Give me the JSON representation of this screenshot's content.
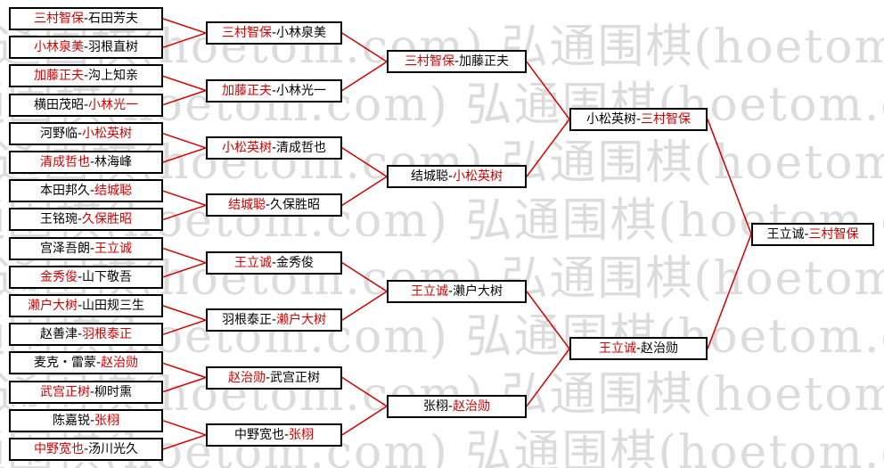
{
  "colors": {
    "winner": "#d40000",
    "text": "#000000",
    "line": "#d40000",
    "border": "#000000",
    "watermark": "#dcdcdc"
  },
  "watermark": {
    "text": "弘通围棋(hoetom.com) 弘通围棋(hoetom.com) 弘通围棋(hoetom.com)"
  },
  "rounds": [
    [
      {
        "a": "三村智保",
        "b": "石田芳夫",
        "winner": "a"
      },
      {
        "a": "小林泉美",
        "b": "羽根直树",
        "winner": "a"
      },
      {
        "a": "加藤正夫",
        "b": "沟上知亲",
        "winner": "a"
      },
      {
        "a": "横田茂昭",
        "b": "小林光一",
        "winner": "b"
      },
      {
        "a": "河野临",
        "b": "小松英树",
        "winner": "b"
      },
      {
        "a": "清成哲也",
        "b": "林海峰",
        "winner": "a"
      },
      {
        "a": "本田邦久",
        "b": "结城聪",
        "winner": "b"
      },
      {
        "a": "王铭琬",
        "b": "久保胜昭",
        "winner": "b"
      },
      {
        "a": "宫泽吾朗",
        "b": "王立诚",
        "winner": "b"
      },
      {
        "a": "金秀俊",
        "b": "山下敬吾",
        "winner": "a"
      },
      {
        "a": "濑户大树",
        "b": "山田规三生",
        "winner": "a"
      },
      {
        "a": "赵善津",
        "b": "羽根泰正",
        "winner": "b"
      },
      {
        "a": "麦克・雷蒙",
        "b": "赵治勋",
        "winner": "b"
      },
      {
        "a": "武宫正树",
        "b": "柳时熏",
        "winner": "a"
      },
      {
        "a": "陈嘉锐",
        "b": "张栩",
        "winner": "b"
      },
      {
        "a": "中野宽也",
        "b": "汤川光久",
        "winner": "a"
      }
    ],
    [
      {
        "a": "三村智保",
        "b": "小林泉美",
        "winner": "a"
      },
      {
        "a": "加藤正夫",
        "b": "小林光一",
        "winner": "a"
      },
      {
        "a": "小松英树",
        "b": "清成哲也",
        "winner": "a"
      },
      {
        "a": "结城聪",
        "b": "久保胜昭",
        "winner": "a"
      },
      {
        "a": "王立诚",
        "b": "金秀俊",
        "winner": "a"
      },
      {
        "a": "羽根泰正",
        "b": "濑户大树",
        "winner": "b"
      },
      {
        "a": "赵治勋",
        "b": "武宫正树",
        "winner": "a"
      },
      {
        "a": "中野宽也",
        "b": "张栩",
        "winner": "b"
      }
    ],
    [
      {
        "a": "三村智保",
        "b": "加藤正夫",
        "winner": "a"
      },
      {
        "a": "结城聪",
        "b": "小松英树",
        "winner": "b"
      },
      {
        "a": "王立诚",
        "b": "濑户大树",
        "winner": "a"
      },
      {
        "a": "张栩",
        "b": "赵治勋",
        "winner": "b"
      }
    ],
    [
      {
        "a": "小松英树",
        "b": "三村智保",
        "winner": "b"
      },
      {
        "a": "王立诚",
        "b": "赵治勋",
        "winner": "a"
      }
    ],
    [
      {
        "a": "王立诚",
        "b": "三村智保",
        "winner": "b"
      }
    ]
  ]
}
